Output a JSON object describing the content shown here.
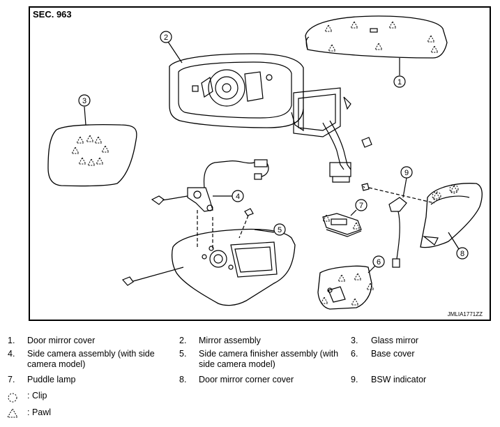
{
  "figure": {
    "section": "SEC. 963",
    "figure_code": "JMLIA1771ZZ",
    "callouts": [
      "1",
      "2",
      "3",
      "4",
      "5",
      "6",
      "7",
      "8",
      "9"
    ]
  },
  "legend": {
    "items": [
      {
        "num": "1.",
        "text": "Door mirror cover"
      },
      {
        "num": "2.",
        "text": "Mirror assembly"
      },
      {
        "num": "3.",
        "text": "Glass mirror"
      },
      {
        "num": "4.",
        "text": "Side camera assembly (with side camera model)"
      },
      {
        "num": "5.",
        "text": "Side camera finisher assembly (with side camera model)"
      },
      {
        "num": "6.",
        "text": "Base cover"
      },
      {
        "num": "7.",
        "text": "Puddle lamp"
      },
      {
        "num": "8.",
        "text": "Door mirror corner cover"
      },
      {
        "num": "9.",
        "text": "BSW indicator"
      }
    ],
    "symbols": [
      {
        "icon": "clip-icon",
        "text": ": Clip"
      },
      {
        "icon": "pawl-icon",
        "text": ": Pawl"
      }
    ]
  }
}
